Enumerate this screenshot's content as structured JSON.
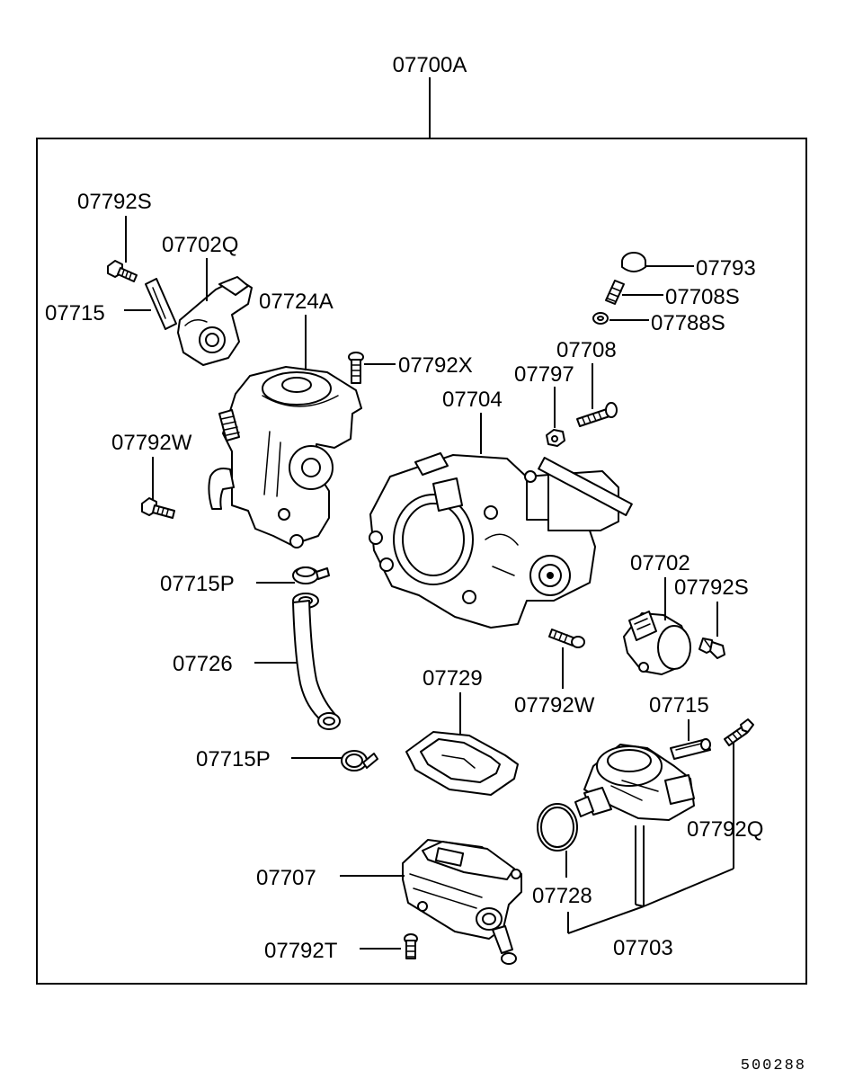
{
  "diagram": {
    "assembly_label": "07700A",
    "drawing_code": "500288",
    "labels": {
      "l07792S_a": "07792S",
      "l07702Q": "07702Q",
      "l07715_a": "07715",
      "l07724A": "07724A",
      "l07792X": "07792X",
      "l07793": "07793",
      "l07708S": "07708S",
      "l07788S": "07788S",
      "l07708": "07708",
      "l07797": "07797",
      "l07704": "07704",
      "l07792W_a": "07792W",
      "l07715P_a": "07715P",
      "l07726": "07726",
      "l07702": "07702",
      "l07792S_b": "07792S",
      "l07729": "07729",
      "l07792W_b": "07792W",
      "l07715_b": "07715",
      "l07715P_b": "07715P",
      "l07792Q": "07792Q",
      "l07707": "07707",
      "l07728": "07728",
      "l07792T": "07792T",
      "l07703": "07703"
    }
  }
}
